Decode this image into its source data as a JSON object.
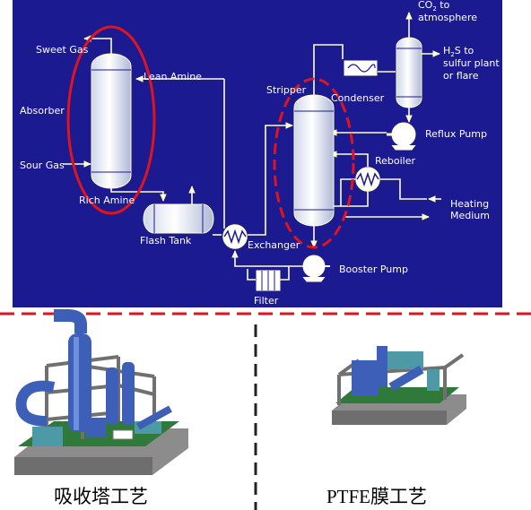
{
  "diagram": {
    "labels": {
      "sweet_gas": "Sweet Gas",
      "absorber": "Absorber",
      "sour_gas": "Sour Gas",
      "lean_amine": "Lean Amine",
      "rich_amine": "Rich Amine",
      "flash_tank": "Flash Tank",
      "exchanger": "Exchanger",
      "filter": "Filter",
      "booster_pump": "Booster Pump",
      "stripper": "Stripper",
      "condenser": "Condenser",
      "co2_line1_main": "CO",
      "co2_line1_sub": "2",
      "co2_line1_tail": " to",
      "co2_line2": "atmosphere",
      "h2s_line1_main": "H",
      "h2s_line1_sub": "2",
      "h2s_line1_tail": "S to",
      "h2s_line2": "sulfur plant",
      "h2s_line3": "or flare",
      "reflux_pump": "Reflux Pump",
      "reboiler": "Reboiler",
      "heating_line1": "Heating",
      "heating_line2": "Medium"
    },
    "colors": {
      "panel": "#1c1a91",
      "line": "#ffffcc",
      "highlight": "#e0141c"
    }
  },
  "captions": {
    "left": "吸收塔工艺",
    "right": "PTFE膜工艺"
  }
}
